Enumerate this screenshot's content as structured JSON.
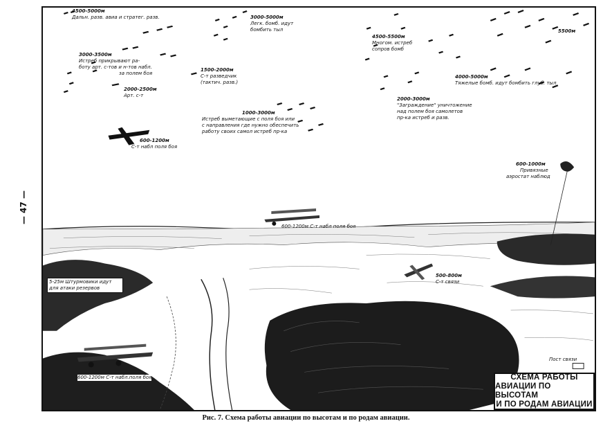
{
  "page_number": "— 47 —",
  "caption": "Рис. 7. Схема работы авиации по высотам и по родам авиации.",
  "title_lines": [
    "СХЕМА РАБОТЫ",
    "АВИАЦИИ ПО ВЫСОТАМ",
    "И ПО РОДАМ АВИАЦИИ"
  ],
  "labels": {
    "l1_alt": "4500-5000м",
    "l1_text": "Дальн. разв. авиа и стратег. разв.",
    "l2_alt": "3000-5000м",
    "l2_text1": "Легк. бомб. идут",
    "l2_text2": "бомбить тыл",
    "l3_alt": "5500м",
    "l4_alt": "4500-5500м",
    "l4_text1": "Многом. истреб",
    "l4_text2": "сопров бомб",
    "l5_alt": "3000-3500м",
    "l5_text1": "Истреб прикрывают ра-",
    "l5_text2": "боту арт. с-тов и н-тов набл.",
    "l5_text3": "за полем боя",
    "l6_alt": "1500-2000м",
    "l6_text1": "С-т разведчик",
    "l6_text2": "(тактич. разв.)",
    "l7_alt": "2000-2500м",
    "l7_text": "Арт. с-т",
    "l8_alt": "4000-5000м",
    "l8_text": "Тяжелые бомб. идут бомбить глуб. тыл",
    "l9_alt": "2000-3000м",
    "l9_text1": "\"Заграждение\" уничтожение",
    "l9_text2": "над полем боя самолетов",
    "l9_text3": "пр-ка истреб и разв.",
    "l10_alt": "1000-3000м",
    "l10_text1": "Истреб выметающие с поля боя или",
    "l10_text2": "с направления где нужно обеспечить",
    "l10_text3": "работу своих самол истреб пр-ка",
    "l11_alt": "600-1200м",
    "l11_text": "С-т набл поля боя",
    "l12_alt": "600-1000м",
    "l12_text1": "Привязные",
    "l12_text2": "аэростат наблюд",
    "l13_text": "600-1200м С-т набл поля боя",
    "l14_text1": "5-25м Штурмовики идут",
    "l14_text2": "для атаки резервов",
    "l15_alt": "500-800м",
    "l15_text": "С-т связи",
    "l16_text1": "600-1200м С-т набл.поля боя",
    "l17_text": "Пост связи"
  }
}
